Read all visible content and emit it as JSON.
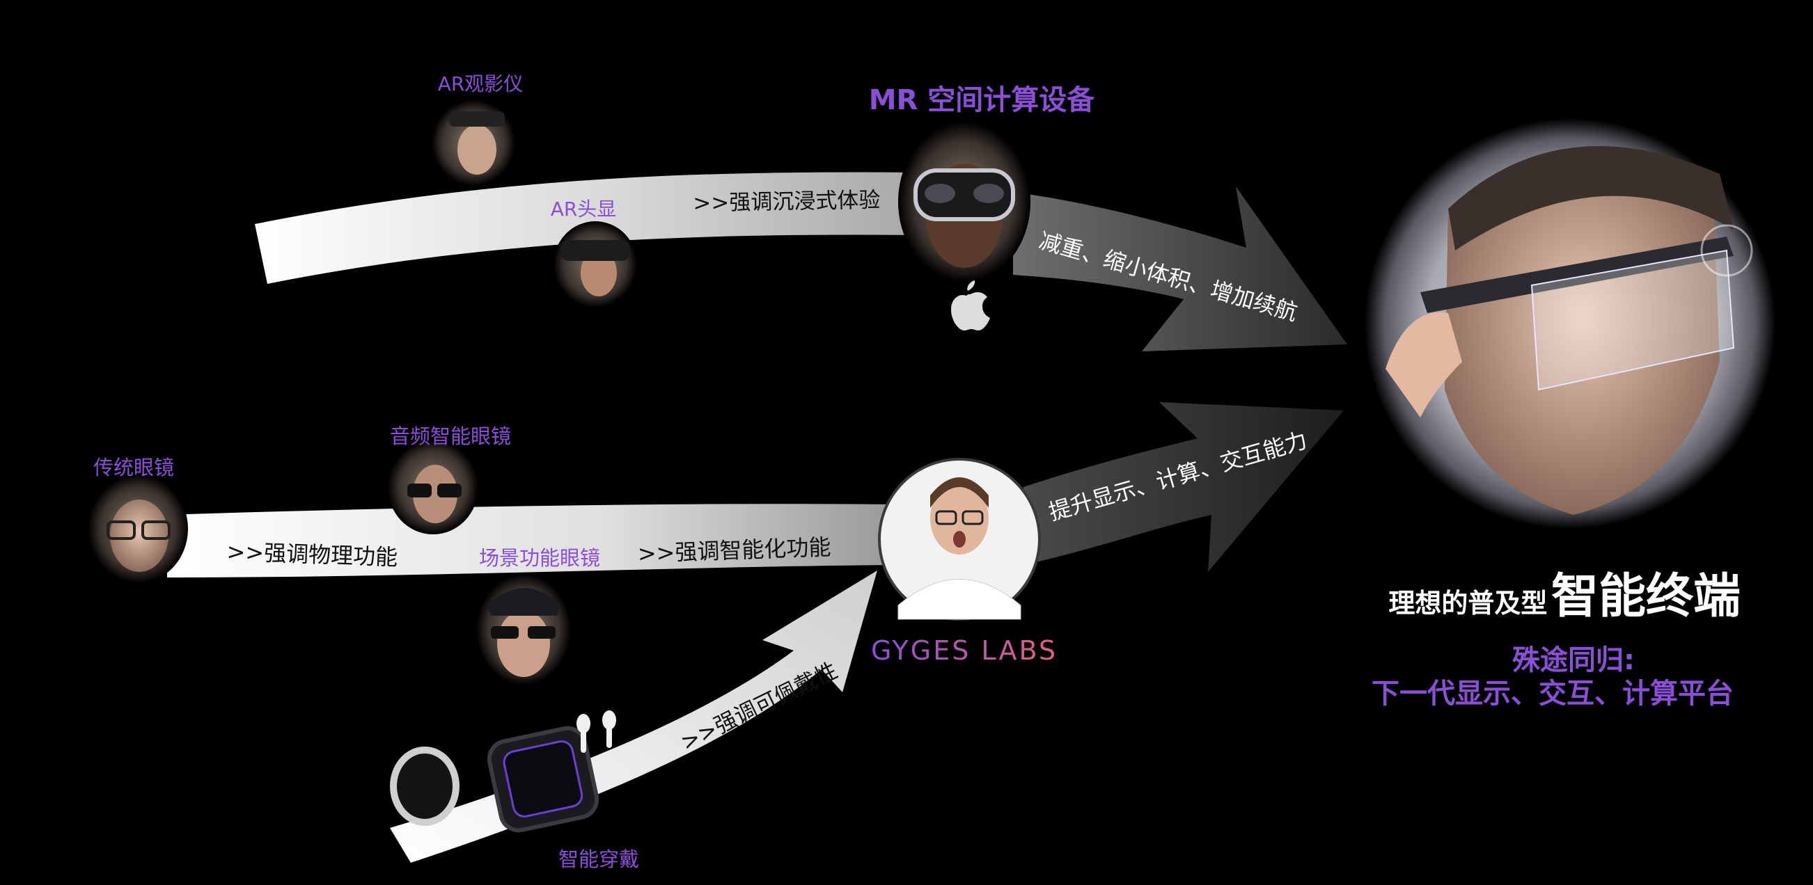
{
  "labels": {
    "ar_viewer": "AR观影仪",
    "ar_headset": "AR头显",
    "mr_device": "MR 空间计算设备",
    "traditional_glasses": "传统眼镜",
    "audio_glasses": "音频智能眼镜",
    "scene_glasses": "场景功能眼镜",
    "smart_wearables": "智能穿戴",
    "brand": "GYGES LABS"
  },
  "flows": {
    "immersive": ">>强调沉浸式体验",
    "physical": ">>强调物理功能",
    "smart": ">>强调智能化功能",
    "wearable": ">>强调可佩戴性",
    "reduce": "减重、缩小体积、增加续航",
    "enhance": "提升显示、计算、交互能力"
  },
  "conclusion": {
    "prefix": "理想的普及型",
    "highlight": "智能终端",
    "line1": "殊途同归:",
    "line2": "下一代显示、交互、计算平台"
  },
  "colors": {
    "accent": "#8a4fd6",
    "background": "#000000",
    "brand_gradient_start": "#8a4fd6",
    "brand_gradient_end": "#e4607f"
  },
  "icons": {
    "apple": "apple-logo-icon"
  }
}
